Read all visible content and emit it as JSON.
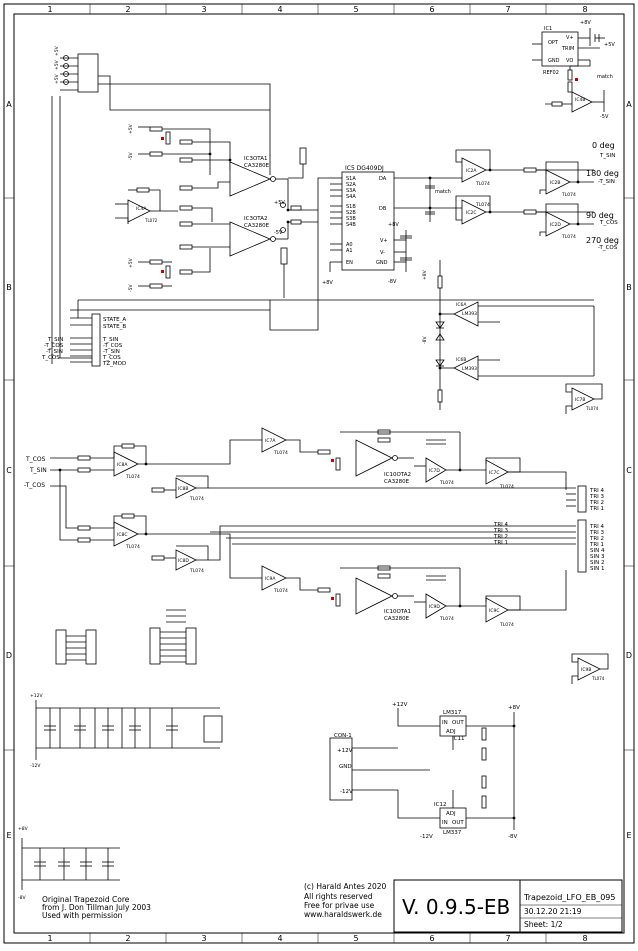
{
  "border": {
    "columns": [
      "1",
      "2",
      "3",
      "4",
      "5",
      "6",
      "7",
      "8"
    ],
    "rows": [
      "A",
      "B",
      "C",
      "D",
      "E"
    ]
  },
  "power_labels": [
    "+8V",
    "+5V",
    "-5V",
    "+12V",
    "-12V",
    "-8V",
    "+5V",
    "+5V",
    "+5V",
    "+5V"
  ],
  "ic1": {
    "ref": "IC1",
    "part": "REF02",
    "pins": [
      "V+",
      "TRIM",
      "VO",
      "OPT",
      "GND"
    ],
    "trim": "match"
  },
  "ota": {
    "ic3_1": {
      "label": "IC3OTA1",
      "part": "CA3280E"
    },
    "ic3_2": {
      "label": "IC3OTA2",
      "part": "CA3280E"
    },
    "ic10_2": {
      "label": "IC10OTA2",
      "part": "CA3280E"
    },
    "ic10_1": {
      "label": "IC10OTA1",
      "part": "CA3280E"
    }
  },
  "ic5": {
    "label": "IC5 DG409DJ",
    "pins_left": [
      "S1A",
      "S2A",
      "S3A",
      "S4A",
      "S1B",
      "S2B",
      "S3B",
      "S4B",
      "A0",
      "A1",
      "EN"
    ],
    "pins_right": [
      "DA",
      "DB",
      "V+",
      "V-",
      "GND"
    ]
  },
  "opamps": [
    "IC4A",
    "IC4B",
    "IC2A",
    "IC2B",
    "IC2C",
    "IC2D",
    "IC6A",
    "IC6B",
    "IC7A",
    "IC7B",
    "IC7C",
    "IC7D",
    "IC8A",
    "IC8B",
    "IC8C",
    "IC8D",
    "IC9A",
    "IC9B",
    "IC9C",
    "IC9D"
  ],
  "opamp_parts": [
    "TL072",
    "TL074",
    "LM393"
  ],
  "phase_outputs": [
    {
      "deg": "0 deg",
      "net": "T_SIN"
    },
    {
      "deg": "180 deg",
      "net": "-T_SIN"
    },
    {
      "deg": "90 deg",
      "net": "T_COS"
    },
    {
      "deg": "270 deg",
      "net": "-T_COS"
    }
  ],
  "state_connector": [
    "STATE_A",
    "STATE_B",
    "T_SIN",
    "-T_COS",
    "-T_SIN",
    "T_COS",
    "TZ_MOD"
  ],
  "inputs": [
    "T_COS",
    "T_SIN",
    "-T_COS"
  ],
  "tri_outputs_a": [
    "TRI 4",
    "TRI 3",
    "TRI 2",
    "TRI 1"
  ],
  "tri_outputs_b": [
    "TRI 4",
    "TRI 3",
    "TRI 2",
    "TRI 1",
    "SIN 4",
    "SIN 3",
    "SIN 2",
    "SIN 1"
  ],
  "power_supply": {
    "reg_pos": {
      "ref": "IC11",
      "part": "LM317",
      "pins": [
        "IN",
        "OUT",
        "ADJ"
      ]
    },
    "reg_neg": {
      "ref": "IC12",
      "part": "LM337",
      "pins": [
        "IN",
        "OUT",
        "ADJ"
      ]
    },
    "connector": "CON-1",
    "rails": [
      "+12V",
      "GND",
      "-12V",
      "+8V",
      "-8V"
    ]
  },
  "credits": {
    "left": [
      "Original Trapezoid Core",
      "from J. Don Tillman July 2003",
      "Used with permission"
    ],
    "right": [
      "(c) Harald Antes 2020",
      "All rights reserved",
      "Free for privae use",
      "www.haraldswerk.de"
    ]
  },
  "title_block": {
    "version": "V. 0.9.5-EB",
    "name": "Trapezoid_LFO_EB_095",
    "date": "30.12.20 21:19",
    "sheet": "Sheet: 1/2"
  }
}
